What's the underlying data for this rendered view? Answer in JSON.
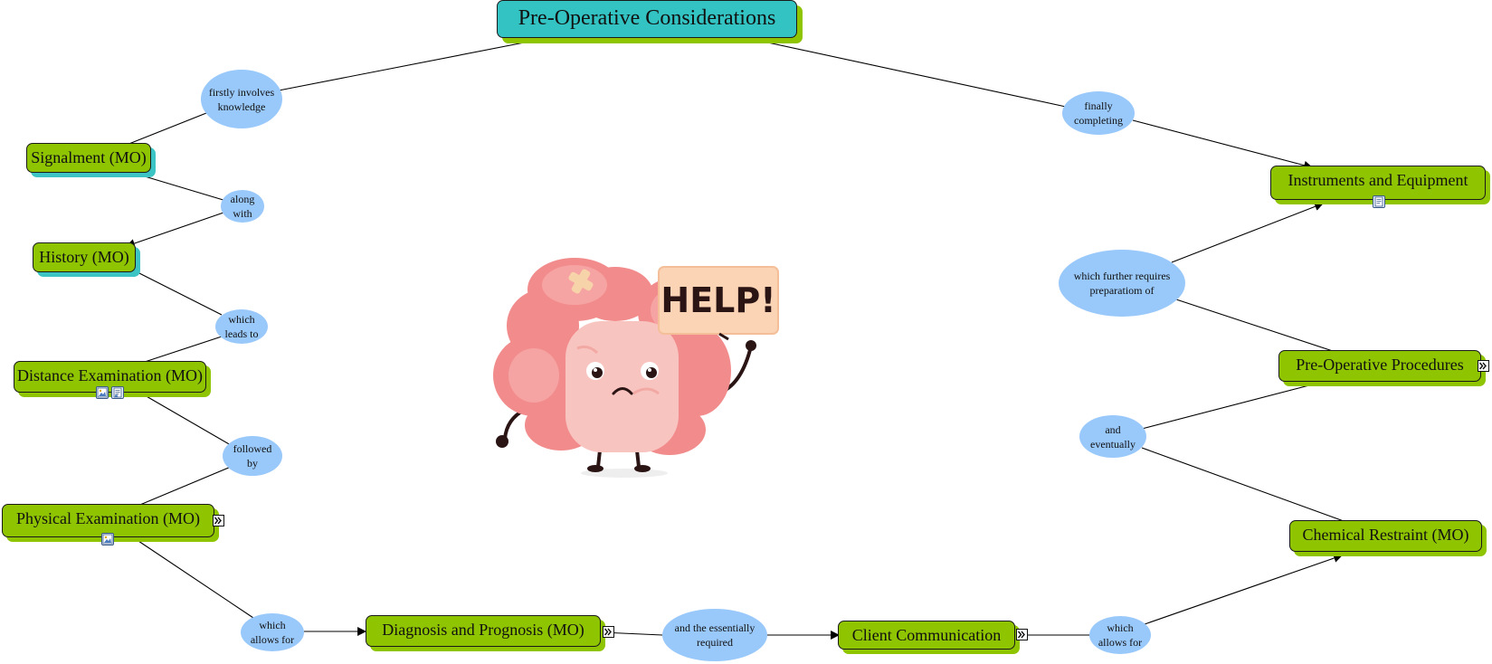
{
  "title": "Pre-Operative Considerations",
  "concepts": {
    "signalment": "Signalment (MO)",
    "history": "History (MO)",
    "distance_exam": "Distance Examination (MO)",
    "physical_exam": "Physical Examination (MO)",
    "diagnosis": "Diagnosis and Prognosis (MO)",
    "client_comm": "Client Communication",
    "chemical_restraint": "Chemical Restraint (MO)",
    "preop_procedures": "Pre-Operative Procedures",
    "instruments": "Instruments and Equipment"
  },
  "links": {
    "firstly": "firstly involves knowledge",
    "along_with": "along with",
    "which_leads": "which leads to",
    "followed_by": "followed by",
    "allows_left": "which allows for",
    "essentially": "and the essentially required",
    "allows_right": "which allows for",
    "and_eventually": "and eventually",
    "further_requires": "which further requires preparatiom of",
    "finally": "finally completing"
  },
  "illustration": {
    "sign_text": "HELP!",
    "description_icon": "intestine-mascot-icon"
  },
  "colors": {
    "concept_fill": "#8fc400",
    "title_fill": "#33c3c3",
    "link_fill": "#99c8fb",
    "shadow_teal": "#3cc4c4"
  }
}
